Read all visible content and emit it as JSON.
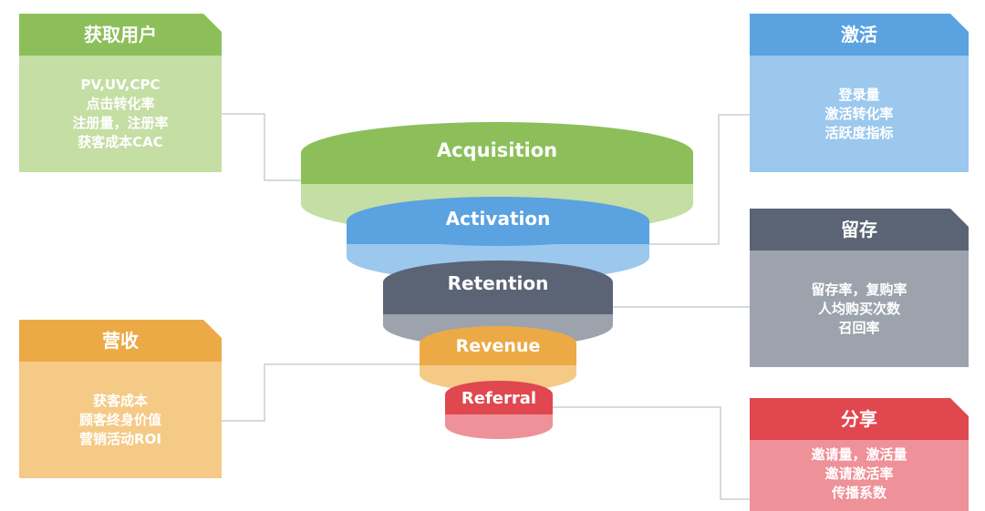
{
  "colors": {
    "green_dark": "#8cbf5a",
    "green_light": "#c4dea4",
    "blue_dark": "#5aa2e0",
    "blue_light": "#9cc8ee",
    "slate_dark": "#5b6474",
    "slate_light": "#9ca3ad",
    "orange_dark": "#ecaa46",
    "orange_light": "#f5ca86",
    "red_dark": "#e0474f",
    "red_light": "#ee9198",
    "connector": "#c9ced6"
  },
  "funnel": {
    "layers": [
      {
        "key": "acquisition",
        "label": "Acquisition"
      },
      {
        "key": "activation",
        "label": "Activation"
      },
      {
        "key": "retention",
        "label": "Retention"
      },
      {
        "key": "revenue",
        "label": "Revenue"
      },
      {
        "key": "referral",
        "label": "Referral"
      }
    ]
  },
  "cards": {
    "acquisition": {
      "title": "获取用户",
      "lines": [
        "PV,UV,CPC",
        "点击转化率",
        "注册量，注册率",
        "获客成本CAC"
      ]
    },
    "activation": {
      "title": "激活",
      "lines": [
        "登录量",
        "激活转化率",
        "活跃度指标"
      ]
    },
    "retention": {
      "title": "留存",
      "lines": [
        "留存率，复购率",
        "人均购买次数",
        "召回率"
      ]
    },
    "revenue": {
      "title": "营收",
      "lines": [
        "获客成本",
        "顾客终身价值",
        "营销活动ROI"
      ]
    },
    "referral": {
      "title": "分享",
      "lines": [
        "邀请量，激活量",
        "邀请激活率",
        "传播系数"
      ]
    }
  }
}
